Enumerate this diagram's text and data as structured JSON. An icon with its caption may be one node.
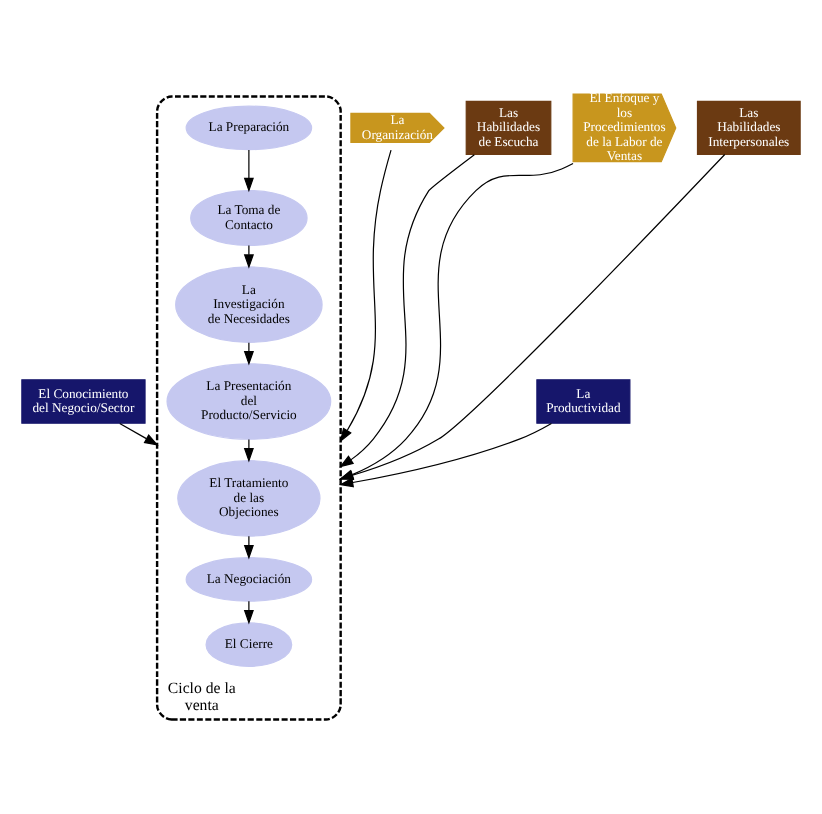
{
  "diagram": {
    "nodes": [
      {
        "text": [
          "El Conocimiento del Negocio/Sector"
        ]
      },
      {
        "text": [
          "La Organización"
        ]
      },
      {
        "text": [
          "Las Habilidades de Escucha"
        ]
      },
      {
        "text": [
          "Ciclo de la venta"
        ]
      },
      {
        "text": [
          "El Tratamiento de las Objeciones"
        ],
        "in": 3
      },
      {
        "text": [
          "La Presentación del Producto/Servicio"
        ],
        "in": 3
      },
      {
        "text": [
          "La Toma de Contacto"
        ],
        "in": 3
      },
      {
        "text": [
          "La Preparación"
        ],
        "in": 3
      },
      {
        "text": [
          "La Negociación"
        ],
        "in": 3
      },
      {
        "text": [
          "La Investigación de Necesidades"
        ],
        "in": 3
      },
      {
        "text": [
          "El Cierre"
        ],
        "in": 3
      },
      {
        "text": [
          "El Enfoque y los Procedimientos de la Labor de Ventas"
        ]
      },
      {
        "text": [
          "Las Habilidades Interpersonales"
        ]
      },
      {
        "text": [
          "La Productividad"
        ]
      }
    ],
    "edges": [
      {
        "from": 7,
        "to": 6,
        "arrow": "to"
      },
      {
        "from": 6,
        "to": 9,
        "arrow": "to"
      },
      {
        "from": 9,
        "to": 5,
        "arrow": "to"
      },
      {
        "from": 5,
        "to": 4,
        "arrow": "to"
      },
      {
        "from": 4,
        "to": 8,
        "arrow": "to"
      },
      {
        "from": 8,
        "to": 10,
        "arrow": "to"
      },
      {
        "from": 0,
        "to": 3,
        "arrow": "to"
      },
      {
        "from": 1,
        "to": 3,
        "arrow": "to"
      },
      {
        "from": 2,
        "to": 3,
        "arrow": "to"
      },
      {
        "from": 11,
        "to": 3,
        "arrow": "to"
      },
      {
        "from": 12,
        "to": 3,
        "arrow": "to"
      },
      {
        "from": 13,
        "to": 3,
        "arrow": "to"
      }
    ]
  }
}
